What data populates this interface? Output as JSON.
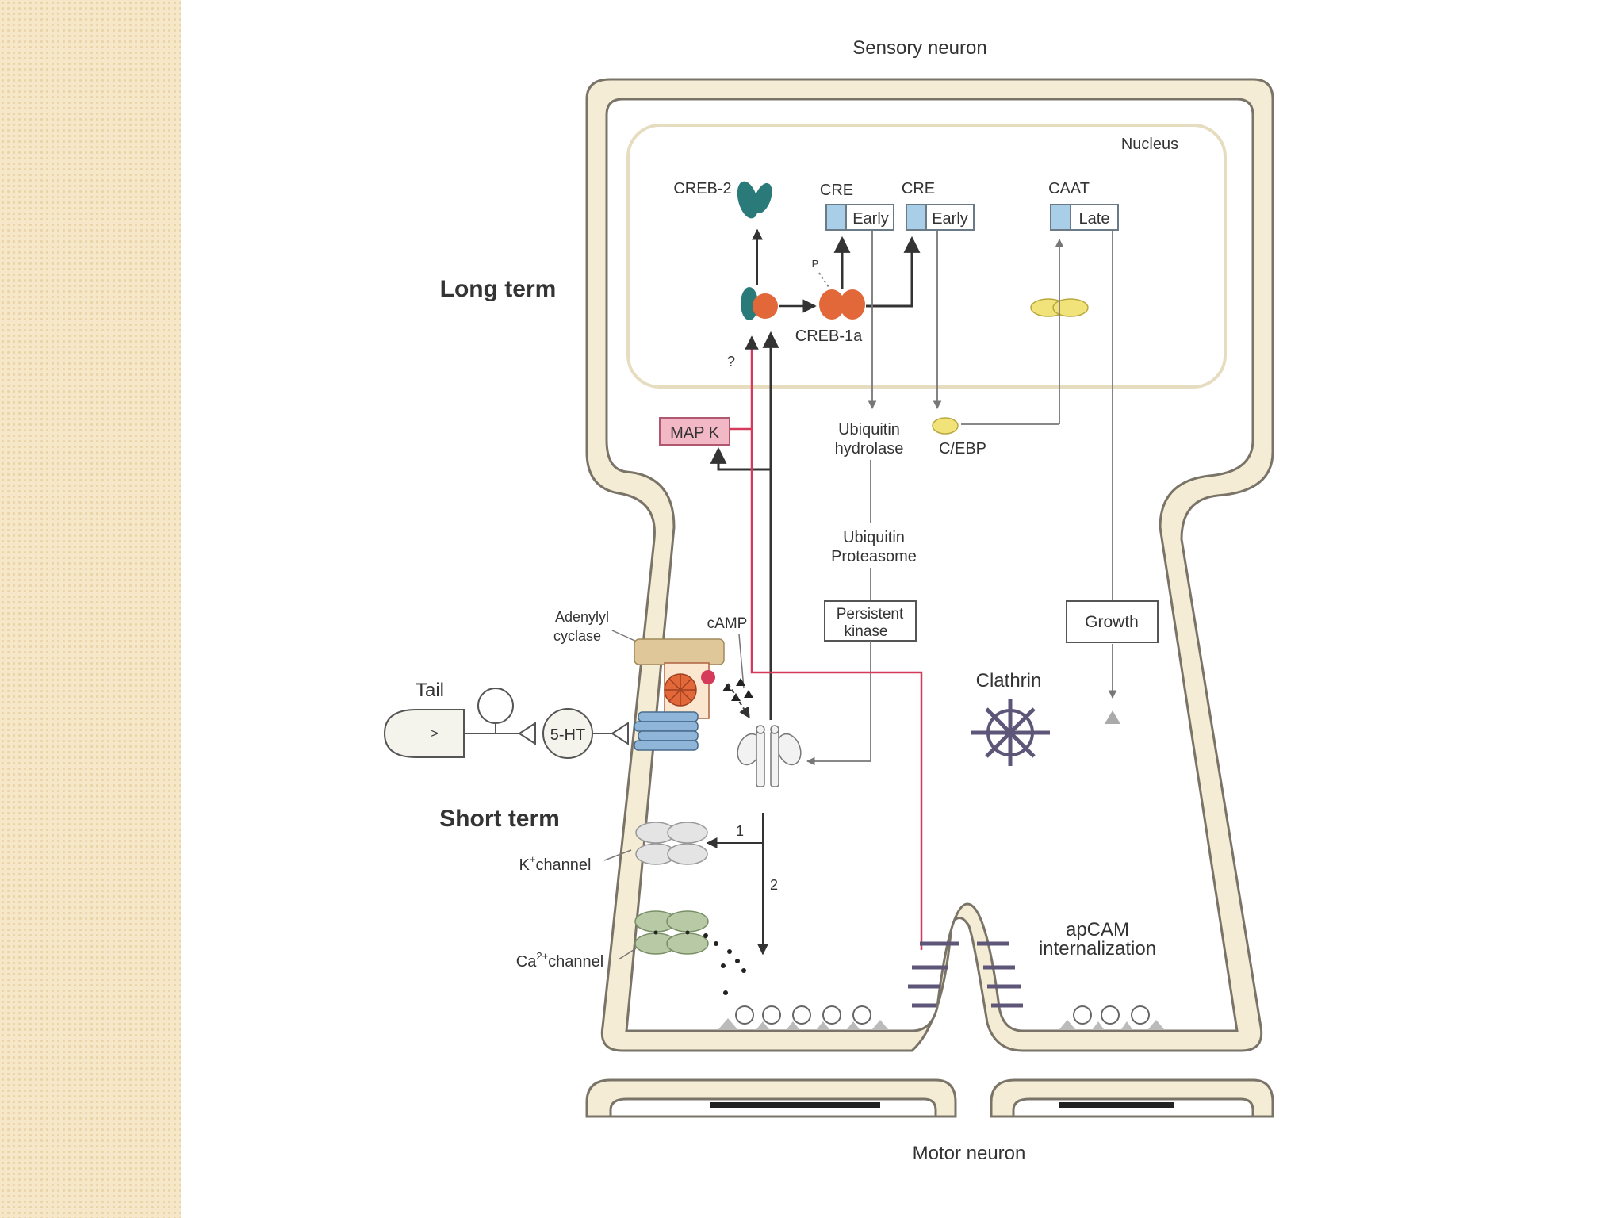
{
  "title": "Sensory neuron",
  "footer": "Motor neuron",
  "sections": {
    "long_term": "Long term",
    "short_term": "Short term"
  },
  "nucleus": {
    "label": "Nucleus"
  },
  "genes": [
    {
      "element": "CRE",
      "gene": "Early"
    },
    {
      "element": "CRE",
      "gene": "Early"
    },
    {
      "element": "CAAT",
      "gene": "Late"
    }
  ],
  "labels": {
    "creb2": "CREB-2",
    "creb1a": "CREB-1a",
    "phospho": "P",
    "question": "?",
    "mapk": "MAP K",
    "ubiquitin_hydrolase": [
      "Ubiquitin",
      "hydrolase"
    ],
    "cebp": "C/EBP",
    "proteasome": [
      "Ubiquitin",
      "Proteasome"
    ],
    "persistent_kinase": [
      "Persistent",
      "kinase"
    ],
    "growth": "Growth",
    "adenylyl_cyclase": [
      "Adenylyl",
      "cyclase"
    ],
    "camp": "cAMP",
    "tail": "Tail",
    "serotonin": "5-HT",
    "clathrin": "Clathrin",
    "k_channel": {
      "main": "K",
      "sup": "+",
      "rest": "channel"
    },
    "ca_channel": {
      "main": "Ca",
      "sup": "2+",
      "rest": "channel"
    },
    "path1": "1",
    "path2": "2",
    "apcam": [
      "apCAM",
      "internalization"
    ]
  },
  "colors": {
    "membrane_fill": "#f4ecd4",
    "membrane_stroke": "#7a7468",
    "nucleus_stroke": "#e6dcc0",
    "gene_box": "#a9cfe8",
    "creb2_teal": "#2b7a7a",
    "creb1_orange": "#e2683a",
    "cebp_yellow": "#f2e27a",
    "mapk_pink": "#f2b8c6",
    "red_path": "#d63a5a",
    "cyclase_tan": "#e0c79a",
    "receptor_blue": "#8fb6d8",
    "k_channel_gray": "#dcdcdc",
    "ca_channel_green": "#b8c9a6",
    "clathrin_purple": "#5e5678",
    "side_panel": "#f6e7c9"
  }
}
